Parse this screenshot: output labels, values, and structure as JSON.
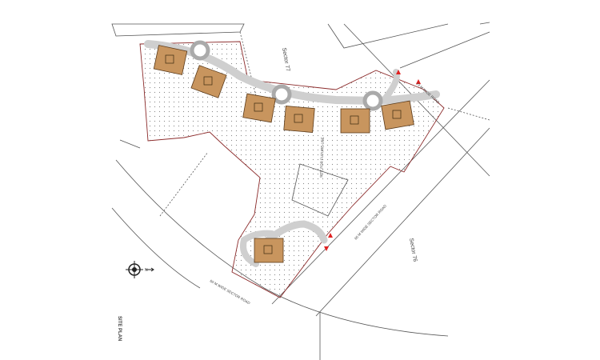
{
  "drawing": {
    "title": "SITE PLAN",
    "labels": {
      "sector_77": "Sector 77",
      "sector_76": "Sector 76",
      "road_24m": "24 M WIDE ROAD",
      "road_60m_a": "60 M WIDE SECTOR ROAD",
      "road_60m_b": "60 M WIDE SECTOR ROAD",
      "future_site": "SITE FOR FUTURE USE"
    },
    "north_label": "N",
    "colors": {
      "building": "#c8955e",
      "road": "#d9d9d9",
      "boundary": "#8b2a2a",
      "entry_marker": "#e02020"
    },
    "building_count": 7
  }
}
